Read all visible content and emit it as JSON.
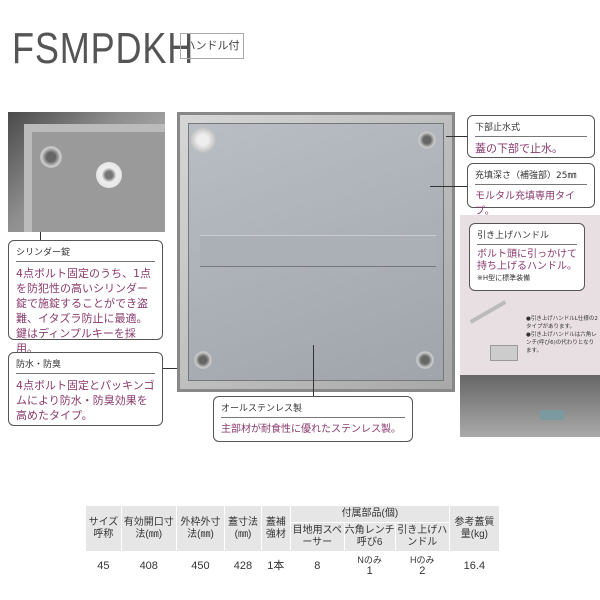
{
  "title": "FSMPDKH",
  "badge": "ハンドル付",
  "callouts": {
    "cylinder": {
      "heading": "シリンダー錠",
      "body": "4点ボルト固定のうち、1点を防犯性の高いシリンダー錠で施錠することができ盗難、イタズラ防止に最適。鍵はディンプルキーを採用。"
    },
    "waterproof": {
      "heading": "防水・防臭",
      "body": "4点ボルト固定とパッキンゴムにより防水・防臭効果を高めたタイプ。"
    },
    "bottom_stop": {
      "heading": "下部止水式",
      "body": "蓋の下部で止水。"
    },
    "fill_depth": {
      "heading": "充填深さ（補強部）25㎜",
      "body": "モルタル充填専用タイプ。"
    },
    "handle": {
      "heading": "引き上げハンドル",
      "body": "ボルト頭に引っかけて持ち上げるハンドル。",
      "note": "※H型に標準装備"
    },
    "stainless": {
      "heading": "オールステンレス製",
      "body": "主部材が耐食性に優れたステンレス製。"
    }
  },
  "handle_notes": [
    "●引き上げハンドルL仕様の2タイプがあります。",
    "●引き上げハンドルは六角レンチ(呼び6)の代わりとなります。"
  ],
  "table": {
    "headers": [
      "サイズ呼称",
      "有効開口寸法(㎜)",
      "外枠外寸法(㎜)",
      "蓋寸法(㎜)",
      "蓋補強材",
      "付属部品(個)",
      "参考蓋質量(kg)"
    ],
    "sub_headers": [
      "目地用スペーサー",
      "六角レンチ呼び6",
      "引き上げハンドル"
    ],
    "row": {
      "size": "45",
      "opening": "408",
      "outer": "450",
      "lid": "428",
      "reinforce": "1本",
      "spacer": "8",
      "wrench_note": "Nのみ",
      "wrench": "1",
      "handle_note": "Hのみ",
      "handle": "2",
      "mass": "16.4"
    }
  }
}
